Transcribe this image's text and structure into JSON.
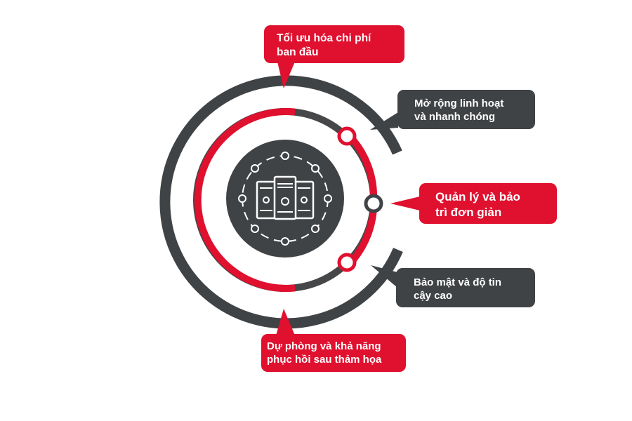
{
  "colors": {
    "accent": "#e0102f",
    "dark": "#404345",
    "background": "#ffffff",
    "inner_ring_track": "#454749"
  },
  "center_icon": "server-network-icon",
  "callouts": {
    "cost": "Tối ưu hóa chi phí\nban đầu",
    "scale": "Mở rộng linh hoạt\nvà nhanh chóng",
    "manage": "Quản lý và bảo\ntrì đơn giản",
    "security": "Bảo mật và độ tin\ncậy cao",
    "recovery": "Dự phòng và khả năng\nphục hồi sau thảm họa"
  }
}
